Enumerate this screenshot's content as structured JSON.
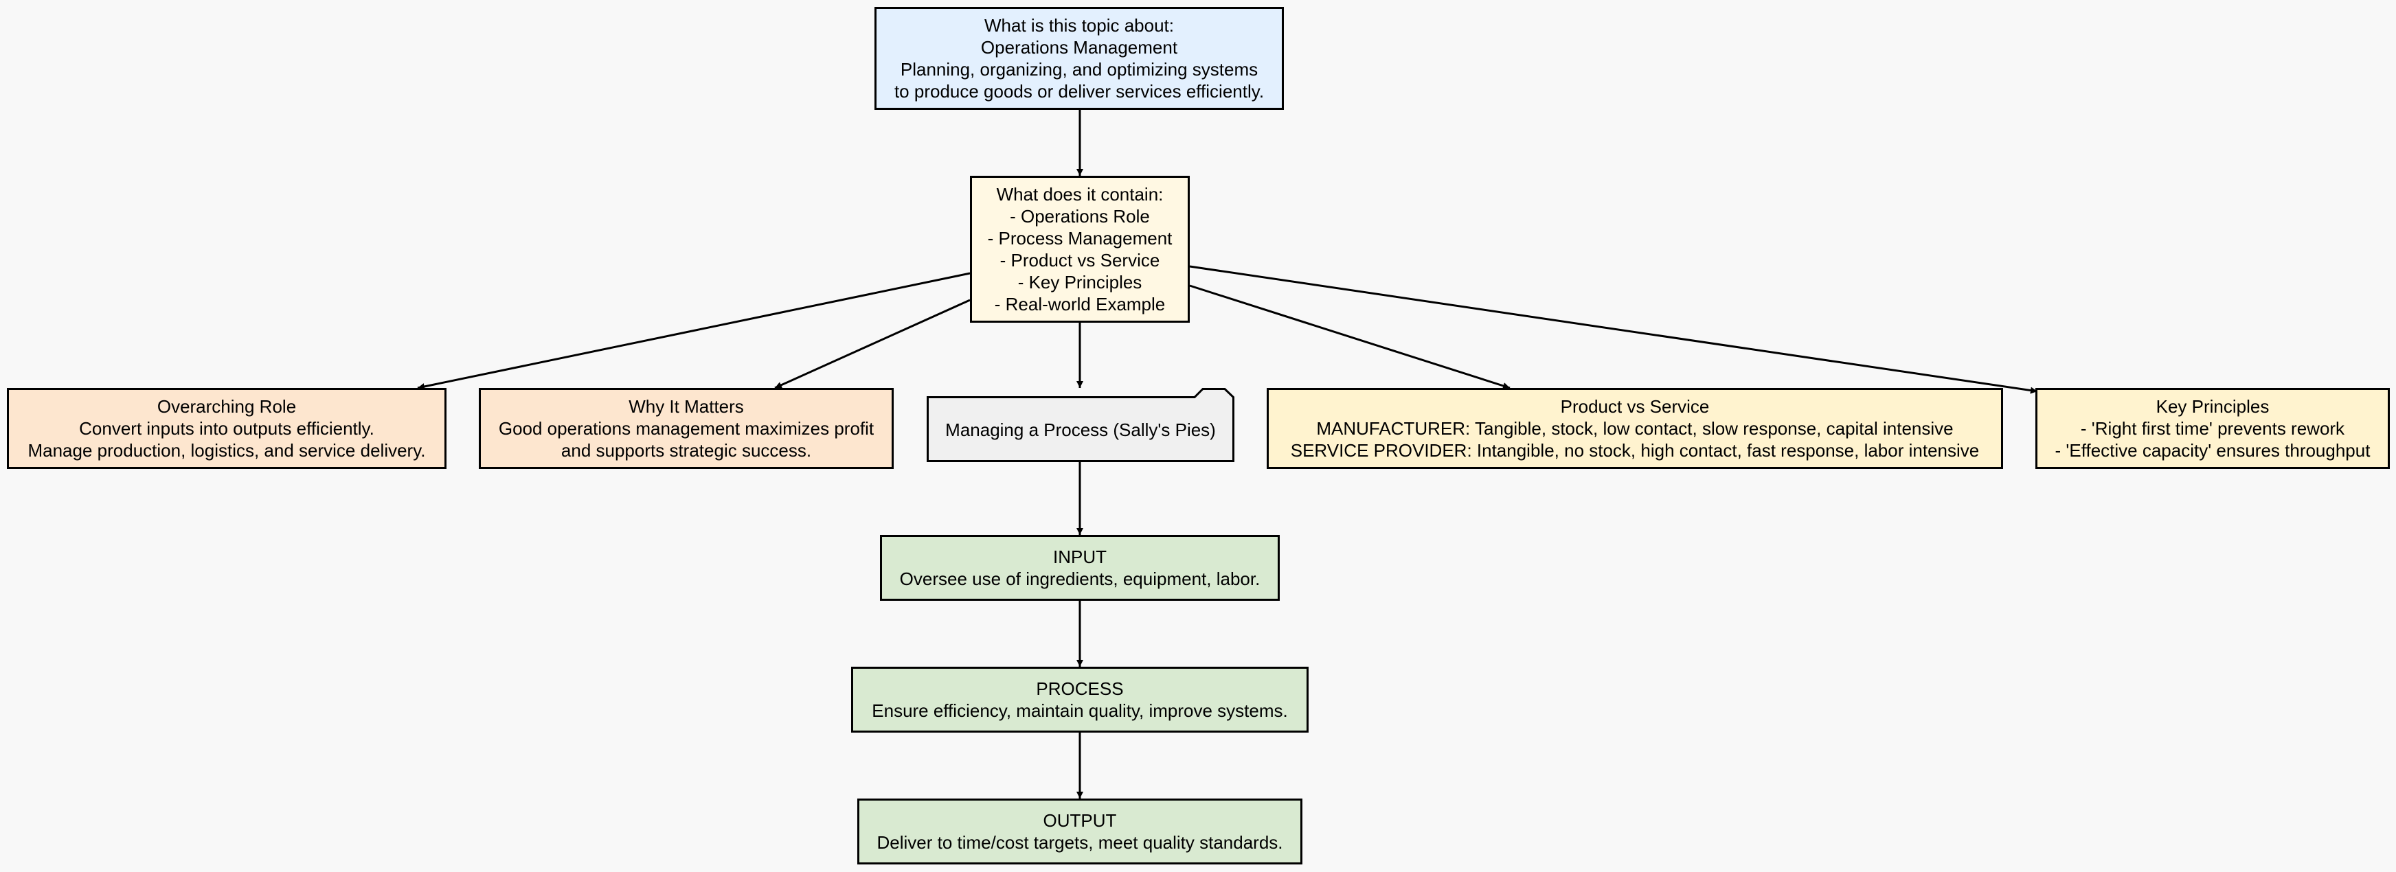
{
  "colors": {
    "background": "#f8f8f8",
    "topic": "#e3f0fe",
    "contents": "#fff8e3",
    "role": "#fde6cf",
    "matters": "#fde6cf",
    "process_folder": "#f0f0f0",
    "product_service": "#fff3cf",
    "principles": "#fff3cf",
    "ipo": "#d9ead1",
    "edge": "#000000"
  },
  "nodes": {
    "topic": {
      "lines": [
        "What is this topic about:",
        "Operations Management",
        "Planning, organizing, and optimizing systems",
        "to produce goods or deliver services efficiently."
      ]
    },
    "contents": {
      "lines": [
        "What does it contain:",
        "- Operations Role",
        "- Process Management",
        "- Product vs Service",
        "- Key Principles",
        "- Real-world Example"
      ]
    },
    "role": {
      "lines": [
        "Overarching Role",
        "Convert inputs into outputs efficiently.",
        "Manage production, logistics, and service delivery."
      ]
    },
    "matters": {
      "lines": [
        "Why It Matters",
        "Good operations management maximizes profit",
        "and supports strategic success."
      ]
    },
    "process_folder": {
      "label": "Managing a Process (Sally's Pies)"
    },
    "product_service": {
      "lines": [
        "Product vs Service",
        "MANUFACTURER: Tangible, stock, low contact, slow response, capital intensive",
        "SERVICE PROVIDER: Intangible, no stock, high contact, fast response, labor intensive"
      ]
    },
    "principles": {
      "lines": [
        "Key Principles",
        "- 'Right first time' prevents rework",
        "- 'Effective capacity' ensures throughput"
      ]
    },
    "input": {
      "lines": [
        "INPUT",
        "Oversee use of ingredients, equipment, labor."
      ]
    },
    "process": {
      "lines": [
        "PROCESS",
        "Ensure efficiency, maintain quality, improve systems."
      ]
    },
    "output": {
      "lines": [
        "OUTPUT",
        "Deliver to time/cost targets, meet quality standards."
      ]
    }
  },
  "edges": [
    {
      "from": "topic",
      "to": "contents"
    },
    {
      "from": "contents",
      "to": "role"
    },
    {
      "from": "contents",
      "to": "matters"
    },
    {
      "from": "contents",
      "to": "process_folder"
    },
    {
      "from": "contents",
      "to": "product_service"
    },
    {
      "from": "contents",
      "to": "principles"
    },
    {
      "from": "process_folder",
      "to": "input"
    },
    {
      "from": "input",
      "to": "process"
    },
    {
      "from": "process",
      "to": "output"
    }
  ]
}
